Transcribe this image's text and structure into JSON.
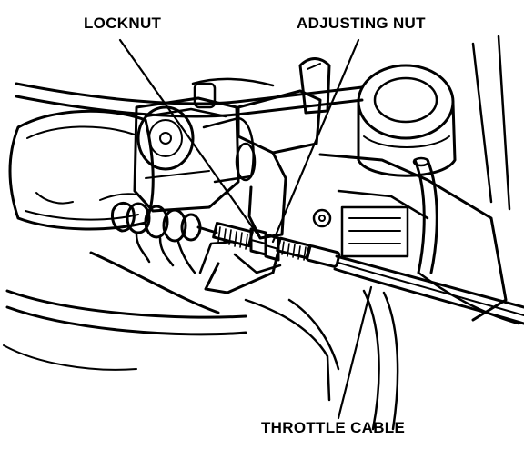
{
  "labels": {
    "locknut": "LOCKNUT",
    "adjusting_nut": "ADJUSTING NUT",
    "throttle_cable": "THROTTLE CABLE"
  },
  "colors": {
    "ink": "#000000",
    "paper": "#ffffff"
  }
}
